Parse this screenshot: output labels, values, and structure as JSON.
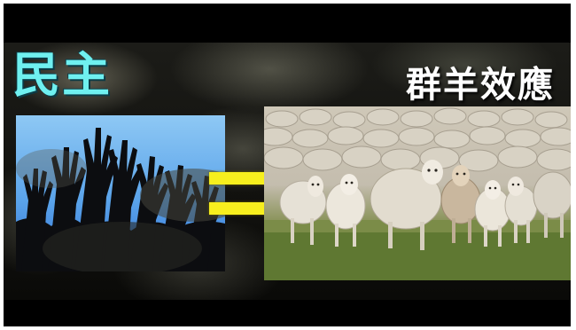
{
  "title_left": "民主",
  "title_right": "群羊效應",
  "equals_sign": "=",
  "colors": {
    "title_left": "#6ff0f0",
    "title_right": "#ffffff",
    "equals": "#f7ef1e",
    "sky": "#5aa3ea",
    "background": "#000000"
  },
  "images": {
    "left": "raised-hands-silhouette",
    "right": "flock-of-sheep-photo"
  }
}
